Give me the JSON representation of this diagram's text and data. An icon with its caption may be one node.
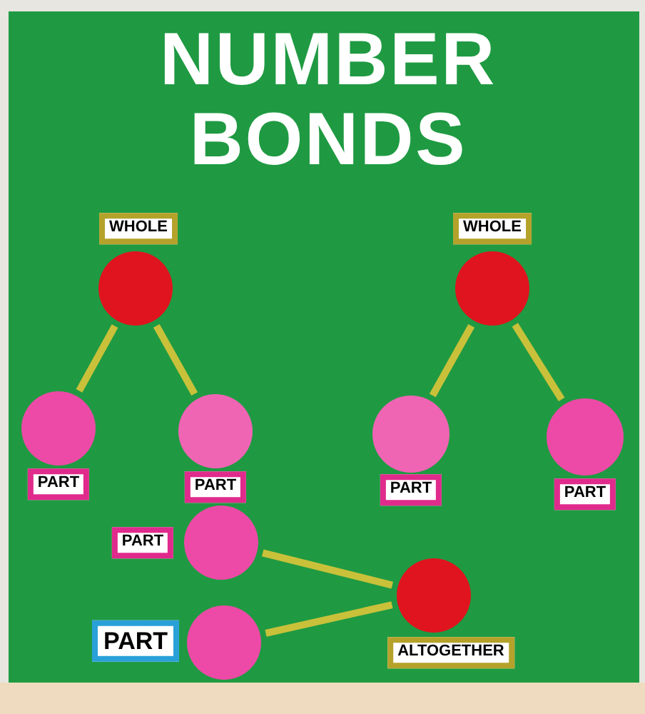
{
  "diagram": {
    "title": "NUMBER BONDS",
    "nodes": [
      {
        "text": [],
        "shape": "circle",
        "beside": [
          "WHOLE"
        ]
      },
      {
        "text": [],
        "shape": "circle",
        "beside": [
          "WHOLE"
        ]
      },
      {
        "text": [],
        "shape": "circle",
        "beside": [
          "PART"
        ]
      },
      {
        "text": [],
        "shape": "circle",
        "beside": [
          "PART"
        ]
      },
      {
        "text": [],
        "shape": "circle",
        "beside": [
          "PART"
        ]
      },
      {
        "text": [],
        "shape": "circle",
        "beside": [
          "PART"
        ]
      },
      {
        "text": [],
        "shape": "circle",
        "beside": [
          "PART"
        ]
      },
      {
        "text": [],
        "shape": "circle",
        "beside": [
          "ALTOGETHER"
        ]
      },
      {
        "text": [],
        "shape": "circle",
        "beside": [
          "PART"
        ]
      }
    ],
    "edges": [
      {
        "from": 0,
        "to": 2,
        "arrow": "none"
      },
      {
        "from": 0,
        "to": 3,
        "arrow": "none"
      },
      {
        "from": 1,
        "to": 4,
        "arrow": "none"
      },
      {
        "from": 1,
        "to": 5,
        "arrow": "none"
      },
      {
        "from": 6,
        "to": 7,
        "arrow": "none"
      },
      {
        "from": 8,
        "to": 7,
        "arrow": "none"
      }
    ]
  }
}
